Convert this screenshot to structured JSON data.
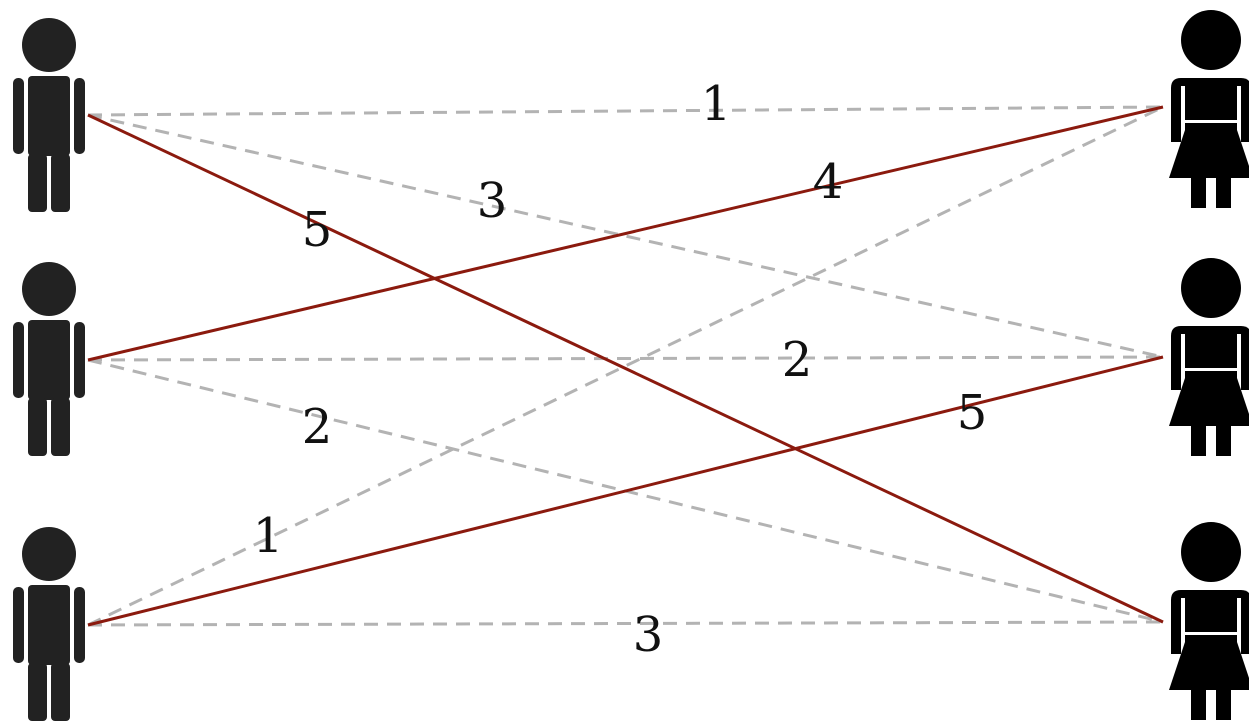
{
  "colors": {
    "person": "#222222",
    "dashed_edge": "#b3b3b3",
    "matched_edge": "#8b1a0e",
    "label": "#111111"
  },
  "nodes": {
    "left": [
      {
        "id": "m1",
        "icon": "male-person-icon"
      },
      {
        "id": "m2",
        "icon": "male-person-icon"
      },
      {
        "id": "m3",
        "icon": "male-person-icon"
      }
    ],
    "right": [
      {
        "id": "w1",
        "icon": "female-person-icon"
      },
      {
        "id": "w2",
        "icon": "female-person-icon"
      },
      {
        "id": "w3",
        "icon": "female-person-icon"
      }
    ]
  },
  "edges": [
    {
      "from": "m1",
      "to": "w1",
      "weight": "1",
      "matched": false
    },
    {
      "from": "m1",
      "to": "w2",
      "weight": "3",
      "matched": false
    },
    {
      "from": "m1",
      "to": "w3",
      "weight": "5",
      "matched": true
    },
    {
      "from": "m2",
      "to": "w1",
      "weight": "4",
      "matched": true
    },
    {
      "from": "m2",
      "to": "w2",
      "weight": "2",
      "matched": false
    },
    {
      "from": "m2",
      "to": "w3",
      "weight": "2",
      "matched": false
    },
    {
      "from": "m3",
      "to": "w1",
      "weight": "1",
      "matched": false
    },
    {
      "from": "m3",
      "to": "w2",
      "weight": "5",
      "matched": true
    },
    {
      "from": "m3",
      "to": "w3",
      "weight": "3",
      "matched": false
    }
  ]
}
